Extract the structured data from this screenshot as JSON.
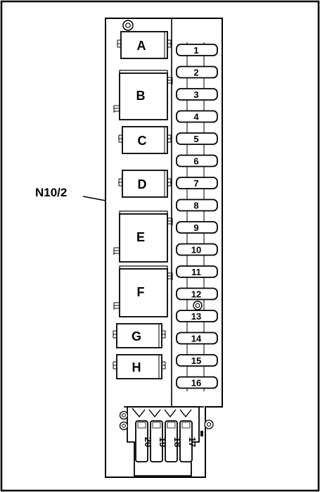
{
  "diagram": {
    "component_label": "N10/2",
    "relays": [
      {
        "label": "A"
      },
      {
        "label": "B"
      },
      {
        "label": "C"
      },
      {
        "label": "D"
      },
      {
        "label": "E"
      },
      {
        "label": "F"
      },
      {
        "label": "G"
      },
      {
        "label": "H"
      }
    ],
    "fuses": [
      "1",
      "2",
      "3",
      "4",
      "5",
      "6",
      "7",
      "8",
      "9",
      "10",
      "11",
      "12",
      "13",
      "14",
      "15",
      "16"
    ],
    "large_fuses": [
      "20",
      "19",
      "18",
      "17"
    ]
  }
}
